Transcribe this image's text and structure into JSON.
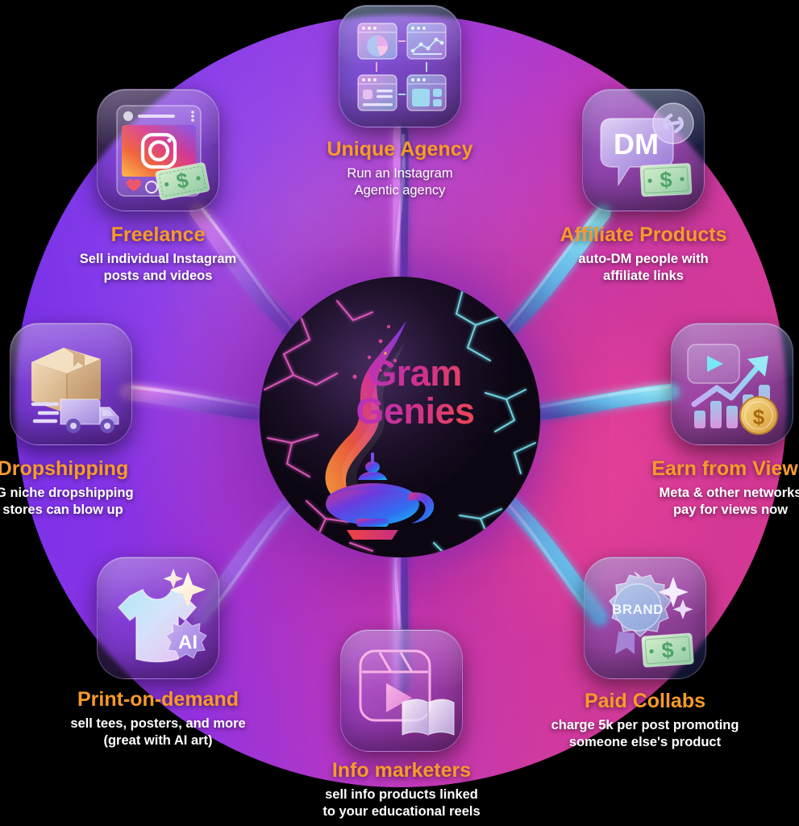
{
  "brand": {
    "line1": "Gram",
    "line2": "Genies",
    "orb_name": "gram-genies-orb"
  },
  "theme": {
    "accent_title": "#f79a2b",
    "subtitle": "#ffffff",
    "disc_left": "#6f33d6",
    "disc_right": "#cf3f86",
    "background": "#000000",
    "orb_core": "#1b0f27",
    "lightning_left": "#ff5fd2",
    "lightning_right": "#62e8f5"
  },
  "nodes": [
    {
      "id": "unique-agency",
      "title": "Unique Agency",
      "subtitle": "Run an Instagram\nAgentic agency",
      "icon": "dashboard-grid-icon",
      "icon_parts": [
        "pie-chart-window",
        "line-chart-window",
        "list-window",
        "layout-window"
      ]
    },
    {
      "id": "freelance",
      "title": "Freelance",
      "subtitle": "Sell individual Instagram\nposts and videos",
      "icon": "instagram-post-money-icon",
      "icon_parts": [
        "instagram-logo",
        "heart-icon",
        "comment-icon",
        "send-icon",
        "dollar-bill"
      ]
    },
    {
      "id": "affiliate-products",
      "title": "Affiliate Products",
      "subtitle": "auto-DM people with\naffiliate links",
      "icon": "dm-link-money-icon",
      "icon_parts": [
        "dm-speech-bubble",
        "link-chain-icon",
        "dollar-bill"
      ],
      "icon_text": "DM"
    },
    {
      "id": "earn-from-views",
      "title": "Earn from Views",
      "subtitle": "Meta & other networks\npay for views now",
      "icon": "views-growth-coin-icon",
      "icon_parts": [
        "play-button",
        "growth-arrow",
        "bar-chart",
        "dollar-coin"
      ]
    },
    {
      "id": "paid-collabs",
      "title": "Paid Collabs",
      "subtitle": "charge 5k per post promoting\nsomeone else's product",
      "icon": "brand-badge-money-icon",
      "icon_parts": [
        "brand-rosette-badge",
        "sparkle",
        "dollar-bill"
      ],
      "icon_text": "BRAND"
    },
    {
      "id": "info-marketers",
      "title": "Info marketers",
      "subtitle": "sell info products linked\nto your educational reels",
      "icon": "reels-book-icon",
      "icon_parts": [
        "reels-clapperboard",
        "play-button",
        "open-book"
      ]
    },
    {
      "id": "print-on-demand",
      "title": "Print-on-demand",
      "subtitle": "sell tees, posters, and more\n(great with AI art)",
      "icon": "tshirt-ai-icon",
      "icon_parts": [
        "t-shirt",
        "sparkle",
        "ai-starburst-badge"
      ],
      "icon_text": "AI"
    },
    {
      "id": "dropshipping",
      "title": "Dropshipping",
      "subtitle": "IG niche dropshipping\nstores can blow up",
      "icon": "box-delivery-truck-icon",
      "icon_parts": [
        "cardboard-box",
        "delivery-truck",
        "speed-lines"
      ]
    }
  ]
}
